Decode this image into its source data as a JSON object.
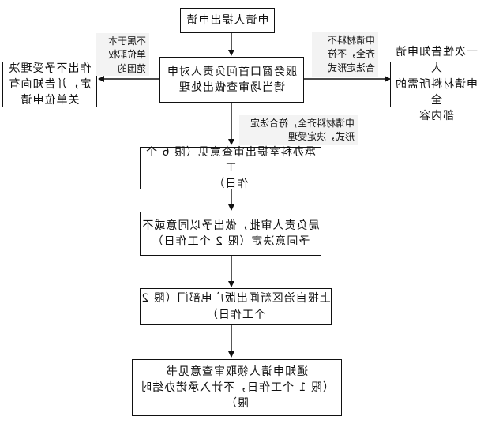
{
  "nodes": {
    "apply": "申请人提出申请",
    "window_review": "服务窗口首问负责人对申\n请当场审查做出处理",
    "reject": "作出不予受理决\n定，并告知向有\n关单位申请",
    "notify_missing": "一次性告知申请人\n申请材料所需的全\n部内容",
    "dept_opinion": "承办科室提出审查意见（限 6 个工\n作日）",
    "leader_approve": "局负责人审批，做出予以同意或不\n予同意决定（限 2 个工作日）",
    "report_upper": "上报自治区新闻出版广电部门（限 2\n个工作日）",
    "notify_collect": "通知申请人领取审查意见书\n（限 1 个工作日，不计入承诺办结时限）"
  },
  "edge_labels": {
    "not_in_scope": "不属于本\n单位职权\n范围的",
    "incomplete": "申请材料不\n齐全，不符\n合法定形式",
    "complete": "申请材料齐全，符合法定\n形式，决定受理"
  }
}
